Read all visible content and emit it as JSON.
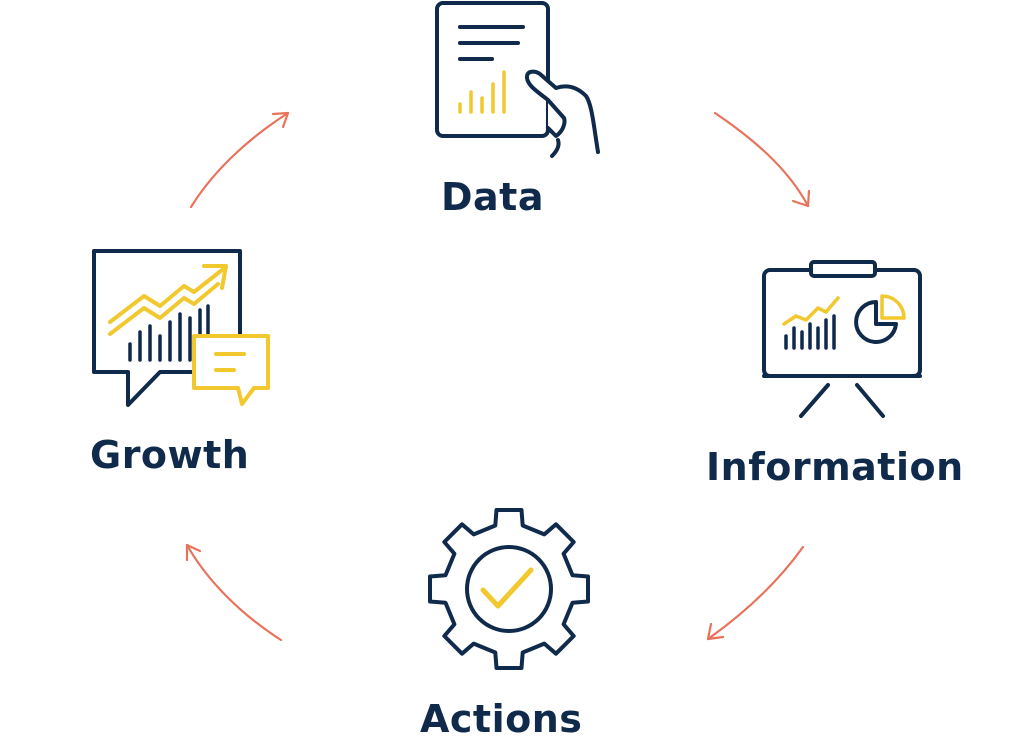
{
  "nodes": {
    "data": {
      "label": "Data",
      "icon": "document-chart-hand-icon"
    },
    "information": {
      "label": "Information",
      "icon": "presentation-board-icon"
    },
    "actions": {
      "label": "Actions",
      "icon": "gear-check-icon"
    },
    "growth": {
      "label": "Growth",
      "icon": "growth-chart-chat-icon"
    }
  },
  "colors": {
    "navy": "#0f2a4a",
    "yellow": "#f2c82f",
    "arrow": "#e8735b"
  }
}
